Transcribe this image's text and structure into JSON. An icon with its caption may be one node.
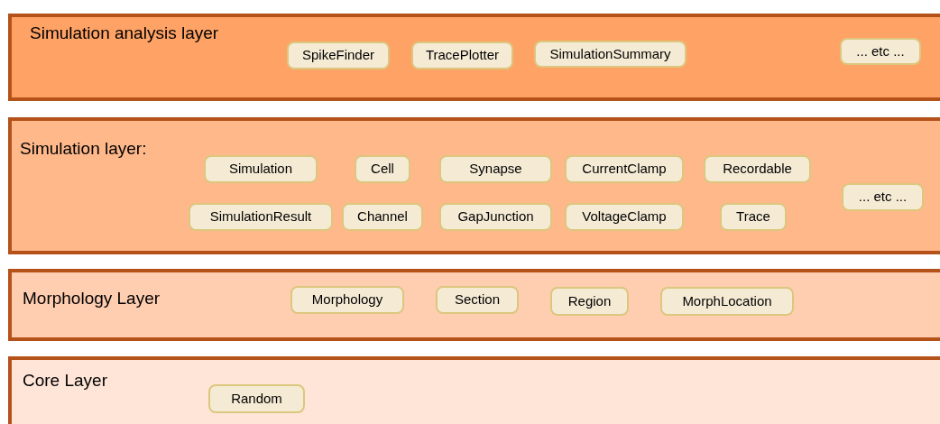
{
  "diagram": {
    "nodes": [
      {
        "text": [
          "Simulation analysis layer"
        ]
      },
      {
        "text": [
          "SpikeFinder"
        ],
        "in": 0
      },
      {
        "text": [
          "TracePlotter"
        ],
        "in": 0
      },
      {
        "text": [
          "SimulationSummary"
        ],
        "in": 0
      },
      {
        "text": [
          "... etc ..."
        ],
        "in": 0
      },
      {
        "text": [
          "Simulation layer:"
        ]
      },
      {
        "text": [
          "Simulation"
        ],
        "in": 5
      },
      {
        "text": [
          "Cell"
        ],
        "in": 5
      },
      {
        "text": [
          "Synapse"
        ],
        "in": 5
      },
      {
        "text": [
          "CurrentClamp"
        ],
        "in": 5
      },
      {
        "text": [
          "Recordable"
        ],
        "in": 5
      },
      {
        "text": [
          "... etc ..."
        ],
        "in": 5
      },
      {
        "text": [
          "SimulationResult"
        ],
        "in": 5
      },
      {
        "text": [
          "Channel"
        ],
        "in": 5
      },
      {
        "text": [
          "GapJunction"
        ],
        "in": 5
      },
      {
        "text": [
          "VoltageClamp"
        ],
        "in": 5
      },
      {
        "text": [
          "Trace"
        ],
        "in": 5
      },
      {
        "text": [
          "Morphology Layer"
        ]
      },
      {
        "text": [
          "Morphology"
        ],
        "in": 17
      },
      {
        "text": [
          "Section"
        ],
        "in": 17
      },
      {
        "text": [
          "Region"
        ],
        "in": 17
      },
      {
        "text": [
          "MorphLocation"
        ],
        "in": 17
      },
      {
        "text": [
          "Core Layer"
        ]
      },
      {
        "text": [
          "Random"
        ],
        "in": 22
      }
    ]
  }
}
